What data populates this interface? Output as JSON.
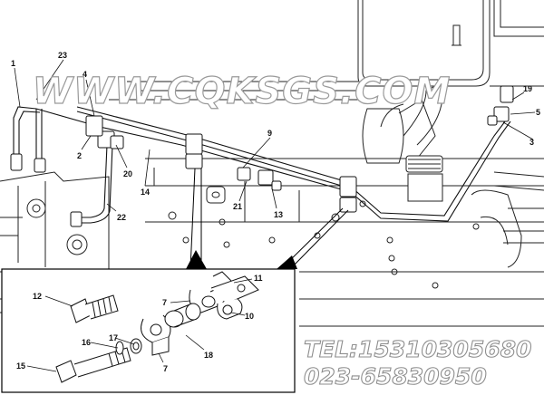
{
  "watermark": {
    "site": "WWW.CQKSGS.COM",
    "tel": "TEL:15310305680",
    "phone": "023-65830950"
  },
  "callouts": {
    "c1": "1",
    "c23": "23",
    "c4": "4",
    "c2": "2",
    "c20": "20",
    "c14": "14",
    "c22": "22",
    "c9": "9",
    "c21": "21",
    "c13": "13",
    "c19": "19",
    "c5": "5",
    "c3": "3",
    "c11": "11",
    "c12": "12",
    "c7a": "7",
    "c10": "10",
    "c18": "18",
    "c16": "16",
    "c17": "17",
    "c7b": "7",
    "c15": "15"
  }
}
